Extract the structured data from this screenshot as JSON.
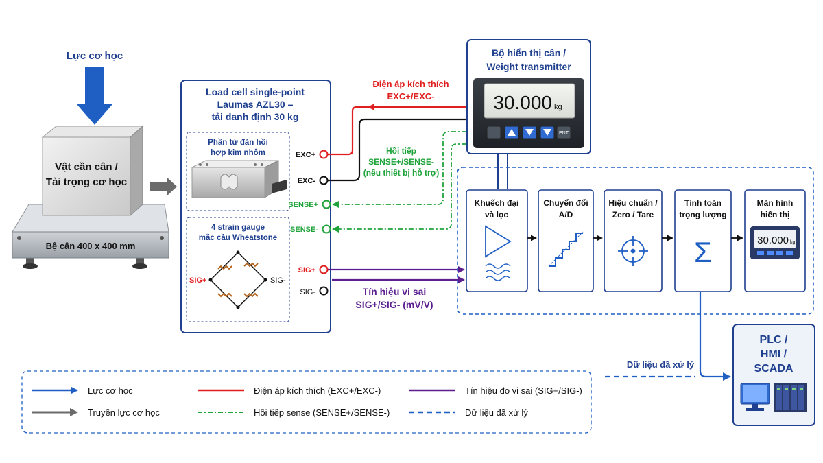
{
  "force_label": "Lực cơ học",
  "object": {
    "line1": "Vật cần cân /",
    "line2": "Tải trọng cơ học"
  },
  "platform_label": "Bệ cân 400 x 400 mm",
  "loadcell": {
    "title1": "Load cell single-point",
    "title2": "Laumas AZL30 –",
    "title3": "tải danh định 30 kg",
    "elastic1": "Phần tử đàn hồi",
    "elastic2": "hợp kim nhôm",
    "gauge1": "4 strain gauge",
    "gauge2": "mắc cầu Wheatstone",
    "bridge_left": "SIG+",
    "bridge_right": "SIG-",
    "pins": [
      "EXC+",
      "EXC-",
      "SENSE+",
      "SENSE-",
      "SIG+",
      "SIG-"
    ]
  },
  "signals": {
    "exc1": "Điện áp kích thích",
    "exc2": "EXC+/EXC-",
    "sense1": "Hồi tiếp",
    "sense2": "SENSE+/SENSE-",
    "sense3": "(nếu thiết bị hỗ trợ)",
    "sig1": "Tín hiệu vi sai",
    "sig2": "SIG+/SIG- (mV/V)",
    "data": "Dữ liệu đã xử lý"
  },
  "transmitter": {
    "title1": "Bộ hiển thị cân /",
    "title2": "Weight transmitter",
    "reading": "30.000",
    "unit": "kg",
    "ent": "ENT"
  },
  "stages": [
    {
      "l1": "Khuếch đại",
      "l2": "và lọc"
    },
    {
      "l1": "Chuyển đổi",
      "l2": "A/D"
    },
    {
      "l1": "Hiệu chuẩn /",
      "l2": "Zero / Tare"
    },
    {
      "l1": "Tính toán",
      "l2": "trọng lượng"
    },
    {
      "l1": "Màn hình",
      "l2": "hiển thị"
    }
  ],
  "mini_display": {
    "reading": "30.000",
    "unit": "kg"
  },
  "plc": {
    "l1": "PLC /",
    "l2": "HMI /",
    "l3": "SCADA"
  },
  "legend": [
    {
      "label": "Lực cơ học"
    },
    {
      "label": "Điện áp kích thích (EXC+/EXC-)"
    },
    {
      "label": "Tín hiệu đo vi sai (SIG+/SIG-)"
    },
    {
      "label": "Truyền lực cơ học"
    },
    {
      "label": "Hồi tiếp sense (SENSE+/SENSE-)"
    },
    {
      "label": "Dữ liệu đã xử lý"
    }
  ],
  "colors": {
    "navy": "#1f3f8f",
    "blue_arrow": "#1f5fc4",
    "red": "#e02020",
    "green": "#1fa33a",
    "purple": "#5b1f8f",
    "gray": "#6b6b6b"
  }
}
